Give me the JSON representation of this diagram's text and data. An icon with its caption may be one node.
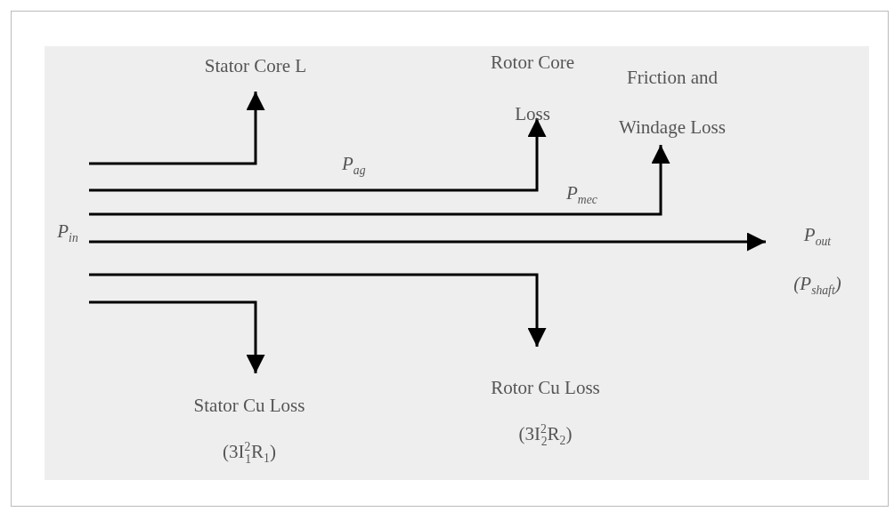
{
  "diagram": {
    "nodes": [
      {
        "text": [
          "P$_{in}$"
        ]
      },
      {
        "text": [
          "Stator Core L"
        ]
      },
      {
        "text": [
          "Rotor Core Loss"
        ]
      },
      {
        "text": [
          "Friction and Windage Loss"
        ]
      },
      {
        "text": [
          "P$_{out}$",
          "(P$_{shaft}$)"
        ]
      },
      {
        "text": [
          "Stator Cu Loss",
          "(3I$^{2}$$_{1}$R$_{1}$)"
        ]
      },
      {
        "text": [
          "Rotor Cu Loss",
          "(3I$^{2}$$_{2}$R$_{2}$)"
        ]
      }
    ],
    "edges": [
      {
        "from": 0,
        "to": 1,
        "arrow": "to"
      },
      {
        "from": 0,
        "to": 2,
        "arrow": "to",
        "label": "P$_{ag}$"
      },
      {
        "from": 0,
        "to": 3,
        "arrow": "to",
        "label": "P$_{mec}$"
      },
      {
        "from": 0,
        "to": 4,
        "arrow": "to"
      },
      {
        "from": 0,
        "to": 5,
        "arrow": "to"
      },
      {
        "from": 0,
        "to": 6,
        "arrow": "to"
      }
    ]
  }
}
